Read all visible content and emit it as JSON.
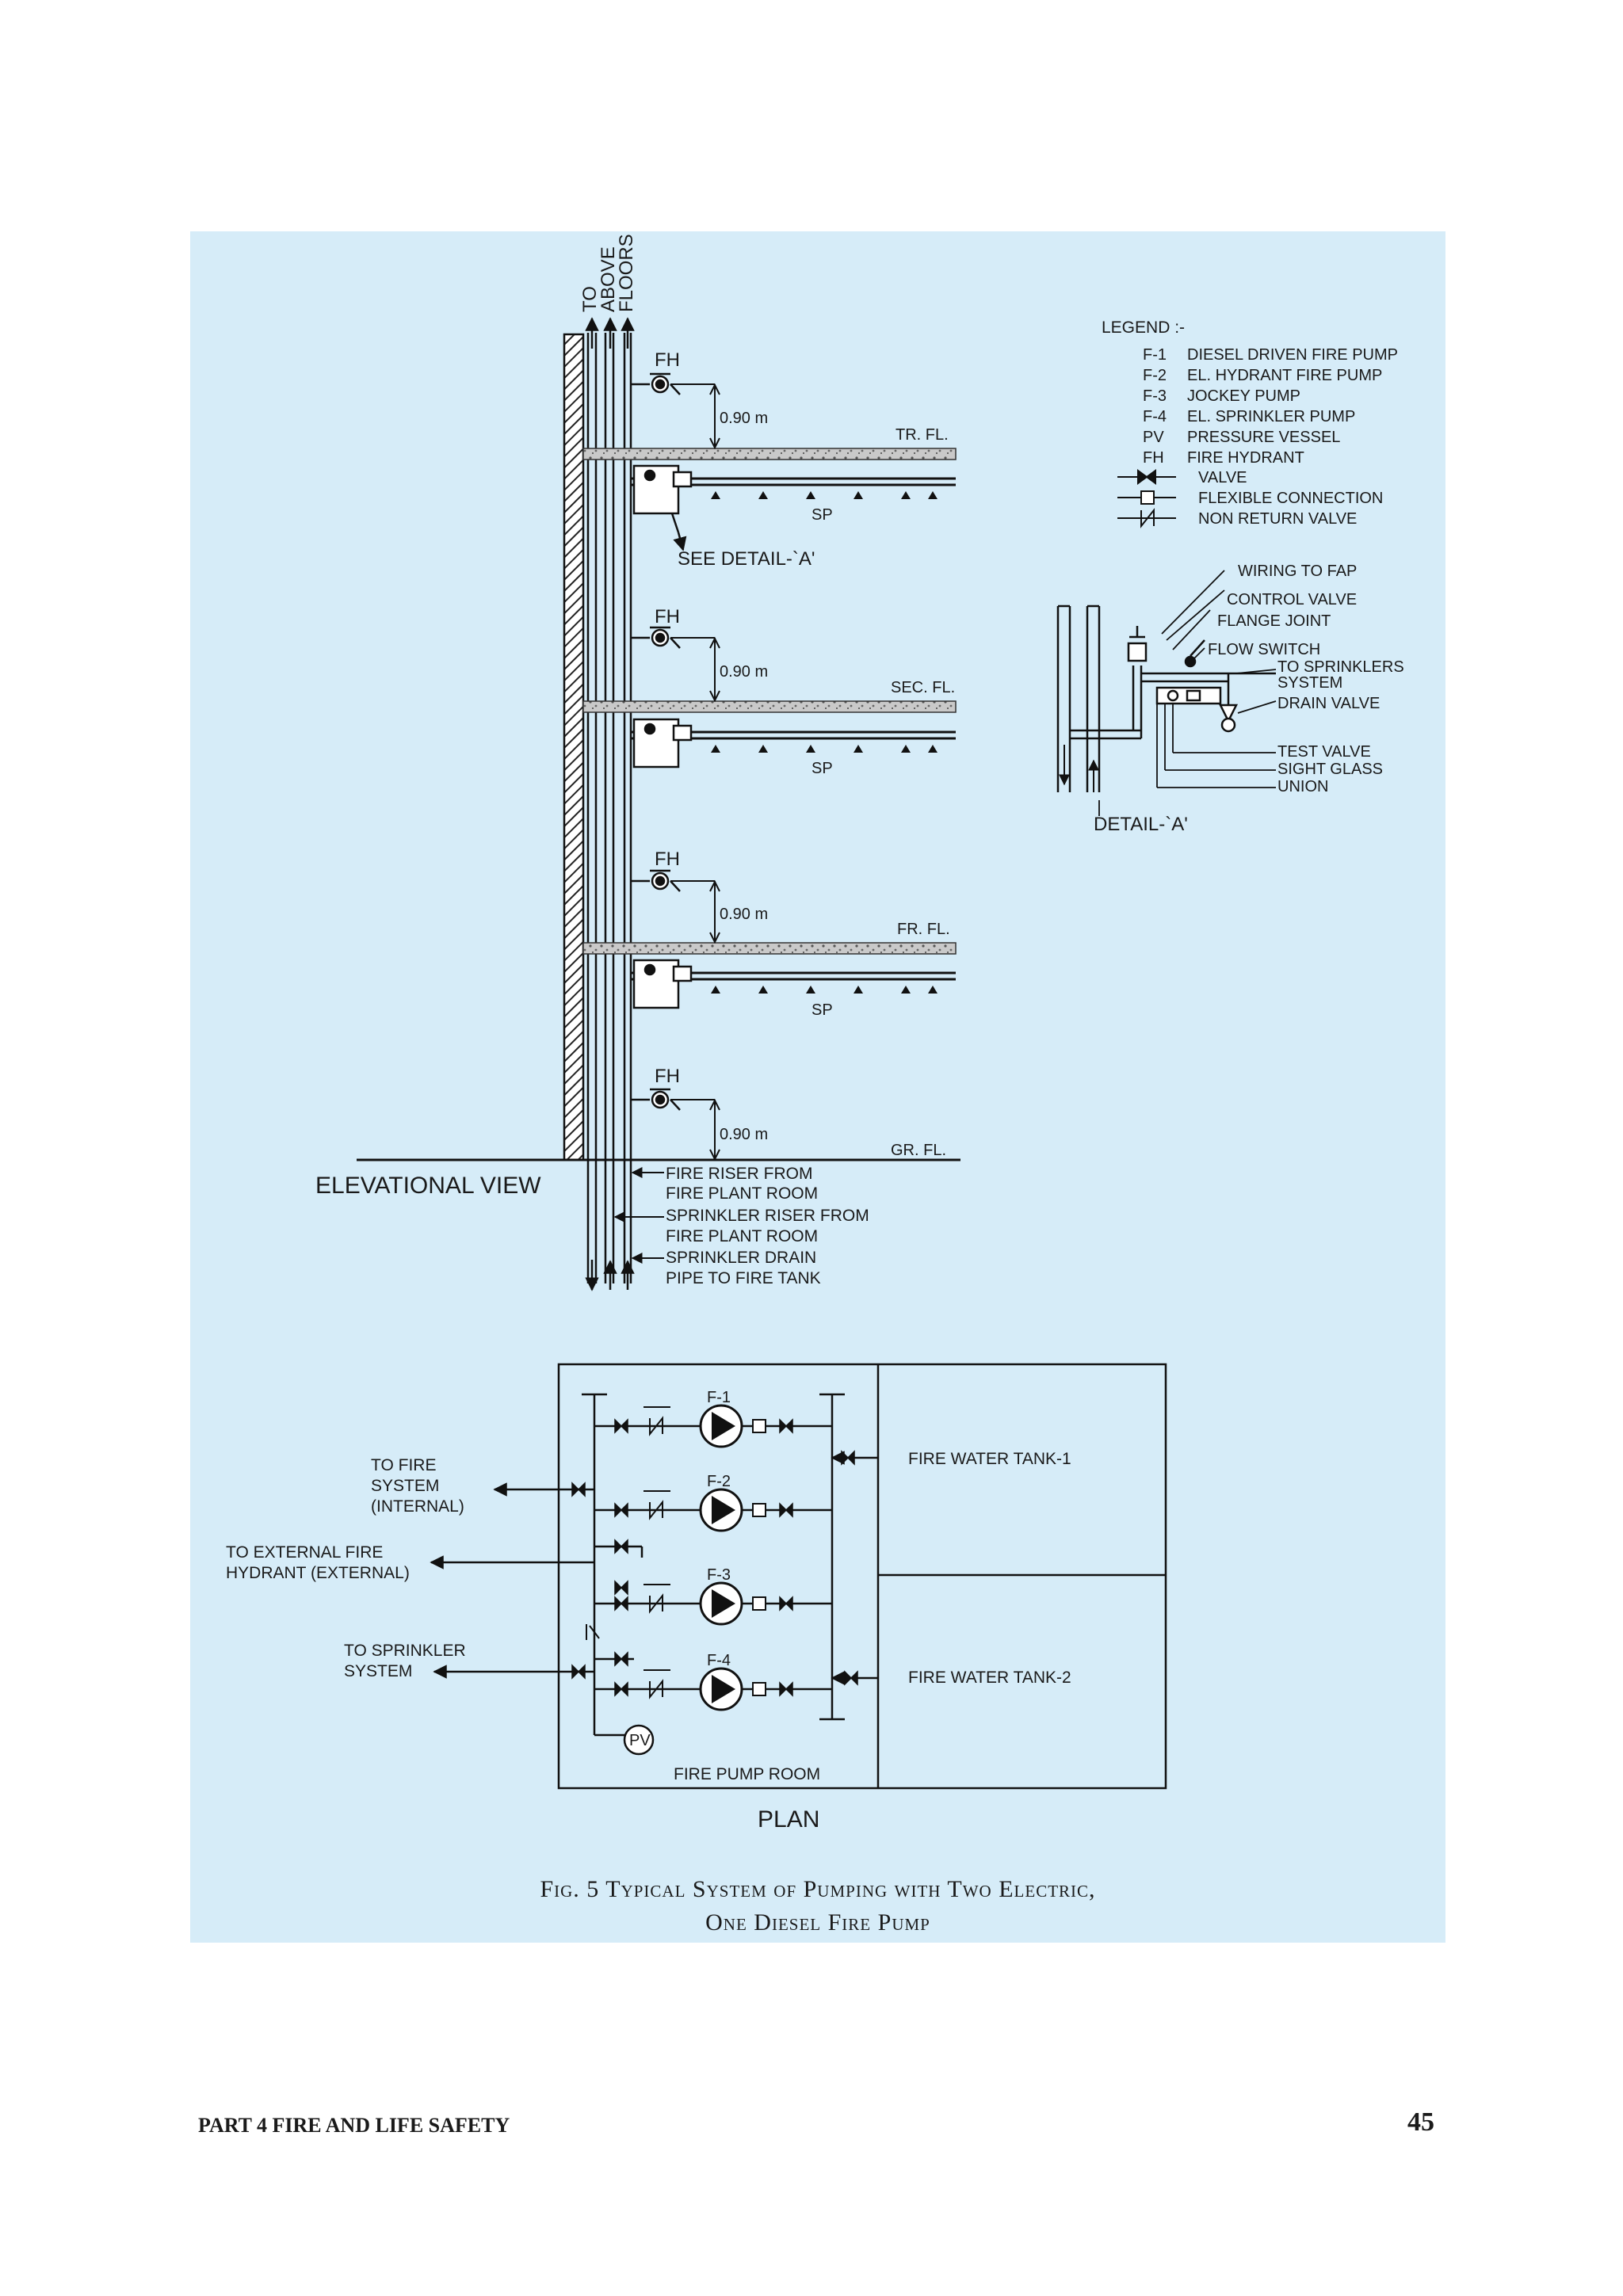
{
  "elevation": {
    "riser_top_label": [
      "TO",
      "ABOVE",
      "FLOORS"
    ],
    "view_title": "ELEVATIONAL VIEW",
    "floors": [
      {
        "name": "TR. FL.",
        "fh": "FH",
        "height": "0.90 m",
        "sp": "SP"
      },
      {
        "name": "SEC. FL.",
        "fh": "FH",
        "height": "0.90 m",
        "sp": "SP"
      },
      {
        "name": "FR. FL.",
        "fh": "FH",
        "height": "0.90 m",
        "sp": "SP"
      },
      {
        "name": "GR. FL.",
        "fh": "FH",
        "height": "0.90 m"
      }
    ],
    "see_detail": "SEE DETAIL-`A'",
    "riser_labels": [
      "FIRE RISER FROM",
      "FIRE PLANT ROOM",
      "SPRINKLER RISER FROM",
      "FIRE PLANT ROOM",
      "SPRINKLER DRAIN",
      "PIPE TO FIRE TANK"
    ]
  },
  "legend": {
    "title": "LEGEND :-",
    "items": [
      {
        "code": "F-1",
        "text": "DIESEL DRIVEN FIRE PUMP"
      },
      {
        "code": "F-2",
        "text": "EL. HYDRANT FIRE PUMP"
      },
      {
        "code": "F-3",
        "text": "JOCKEY PUMP"
      },
      {
        "code": "F-4",
        "text": "EL. SPRINKLER PUMP"
      },
      {
        "code": "PV",
        "text": "PRESSURE VESSEL"
      },
      {
        "code": "FH",
        "text": "FIRE HYDRANT"
      }
    ],
    "symbols": [
      {
        "icon": "valve-icon",
        "text": "VALVE"
      },
      {
        "icon": "flexible-connection-icon",
        "text": "FLEXIBLE CONNECTION"
      },
      {
        "icon": "non-return-valve-icon",
        "text": "NON RETURN VALVE"
      }
    ]
  },
  "detail": {
    "title": "DETAIL-`A'",
    "labels": [
      "WIRING TO FAP",
      "CONTROL VALVE",
      "FLANGE JOINT",
      "FLOW SWITCH",
      "TO SPRINKLERS",
      "SYSTEM",
      "DRAIN VALVE",
      "TEST VALVE",
      "SIGHT GLASS",
      "UNION"
    ]
  },
  "plan": {
    "title": "PLAN",
    "room": "FIRE PUMP ROOM",
    "pumps": [
      "F-1",
      "F-2",
      "F-3",
      "F-4"
    ],
    "pv": "PV",
    "tanks": [
      "FIRE WATER TANK-1",
      "FIRE WATER TANK-2"
    ],
    "outlets": {
      "internal": [
        "TO FIRE",
        "SYSTEM",
        "(INTERNAL)"
      ],
      "external": [
        "TO EXTERNAL FIRE",
        "HYDRANT (EXTERNAL)"
      ],
      "sprinkler": [
        "TO SPRINKLER",
        "SYSTEM"
      ]
    }
  },
  "caption": {
    "line1": "Fig. 5 Typical System of Pumping with Two Electric,",
    "line2": "One Diesel Fire Pump"
  },
  "footer": {
    "left": "PART 4 FIRE AND LIFE SAFETY",
    "page_number": "45"
  }
}
